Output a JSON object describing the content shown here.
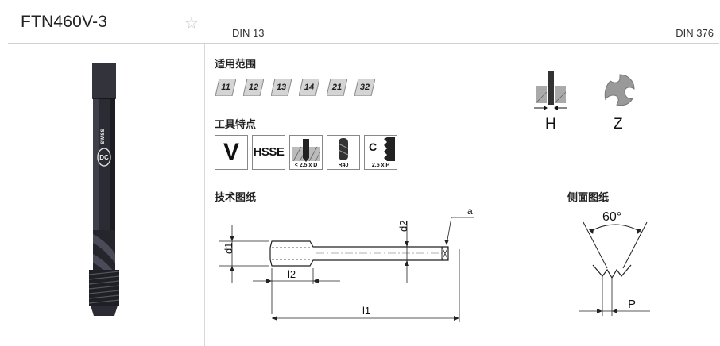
{
  "product": {
    "title": "FTN460V-3",
    "star_icon": "star-outline-icon"
  },
  "standards": {
    "left": "DIN 13",
    "right": "DIN 376"
  },
  "sections": {
    "application_range": "适用范围",
    "tool_features": "工具特点",
    "technical_drawing": "技术图纸",
    "side_drawing": "侧面图纸"
  },
  "application_codes": [
    "11",
    "12",
    "13",
    "14",
    "21",
    "32"
  ],
  "features": {
    "v": "V",
    "hsse": "HSSE",
    "depth": "< 2.5 x D",
    "radius": "R40",
    "chamfer_letter": "C",
    "chamfer": "2.5 x P"
  },
  "hole_types": {
    "through": "H",
    "spiral": "Z"
  },
  "tool_logo": {
    "brand": "DC",
    "text": "SWISS"
  },
  "drawing_labels": {
    "d1": "d1",
    "d2": "d2",
    "l1": "l1",
    "l2": "l2",
    "a": "a"
  },
  "side_labels": {
    "angle": "60°",
    "pitch": "P"
  },
  "colors": {
    "tool_body": "#2b2b33",
    "divider": "#d0d0d0",
    "badge_fill": "#d4d4d4"
  }
}
